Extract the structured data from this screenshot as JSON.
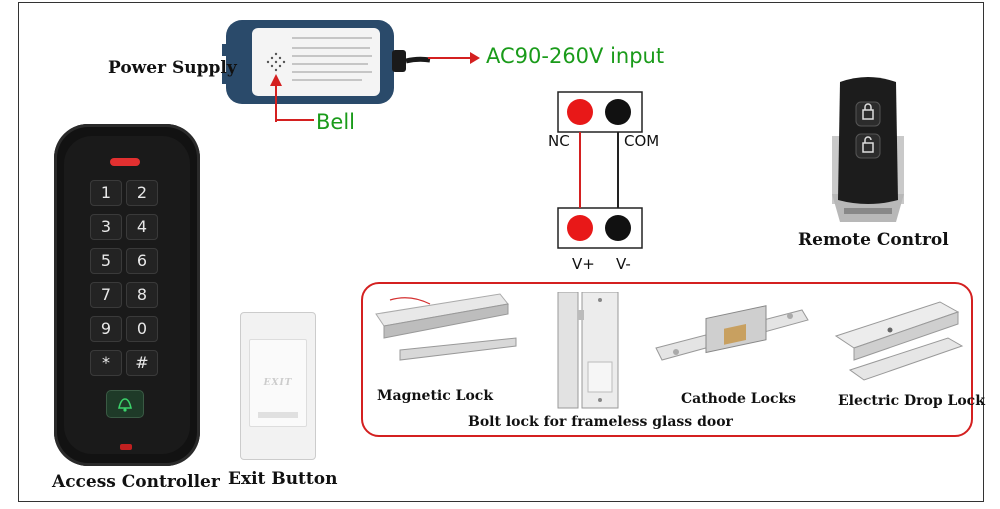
{
  "power_supply": {
    "label": "Power Supply",
    "input_label": "AC90-260V input",
    "bell_label": "Bell"
  },
  "terminals": {
    "nc": "NC",
    "com": "COM",
    "v_plus": "V+",
    "v_minus": "V-"
  },
  "remote": {
    "label": "Remote Control"
  },
  "keypad": {
    "label": "Access Controller",
    "keys": [
      "1",
      "2",
      "3",
      "4",
      "5",
      "6",
      "7",
      "8",
      "9",
      "0",
      "*",
      "#"
    ]
  },
  "exit_button": {
    "label": "Exit Button",
    "face_text": "EXIT"
  },
  "locks": {
    "magnetic": "Magnetic Lock",
    "bolt": "Bolt lock for frameless glass door",
    "cathode": "Cathode Locks",
    "drop": "Electric Drop Lock"
  },
  "colors": {
    "accent_red": "#d42020",
    "label_green": "#1a9b1a",
    "terminal_red": "#e81818"
  }
}
